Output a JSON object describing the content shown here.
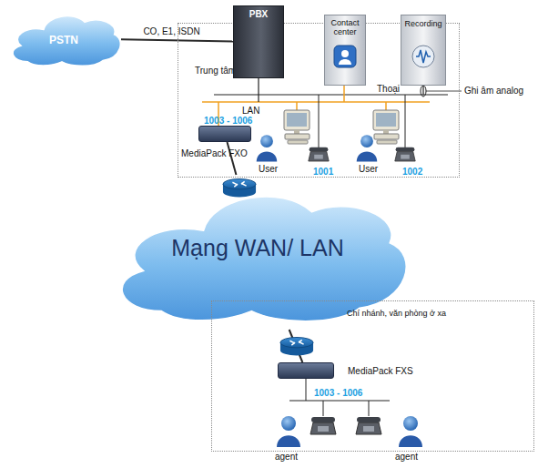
{
  "diagram": {
    "nodes": [
      {
        "text": [
          "PSTN"
        ]
      },
      {
        "text": [
          "Trung tâm"
        ]
      },
      {
        "text": [
          "PBX"
        ],
        "in": 1
      },
      {
        "text": [
          "Contact center"
        ],
        "in": 1
      },
      {
        "text": [
          "Recording"
        ],
        "in": 1
      },
      {
        "text": [
          "MediaPack FXO"
        ],
        "in": 1
      },
      {
        "text": [
          "Mạng WAN/ LAN"
        ]
      },
      {
        "text": [
          "Chí nhánh, văn phòng ở xa"
        ]
      },
      {
        "text": [
          "MediaPack FXS"
        ],
        "in": 7
      }
    ],
    "edges": [
      {
        "from": 0,
        "to": 2,
        "label": "CO, E1, ISDN",
        "arrow": "none"
      },
      {
        "from": 5,
        "to": 6,
        "arrow": "none"
      },
      {
        "from": 6,
        "to": 8,
        "arrow": "none"
      }
    ],
    "labels": [
      "Ghi âm analog",
      "Thoại",
      "LAN",
      "1003 - 1006",
      "User",
      "1001",
      "User",
      "1002",
      "1003 - 1006",
      "agent",
      "agent"
    ]
  }
}
